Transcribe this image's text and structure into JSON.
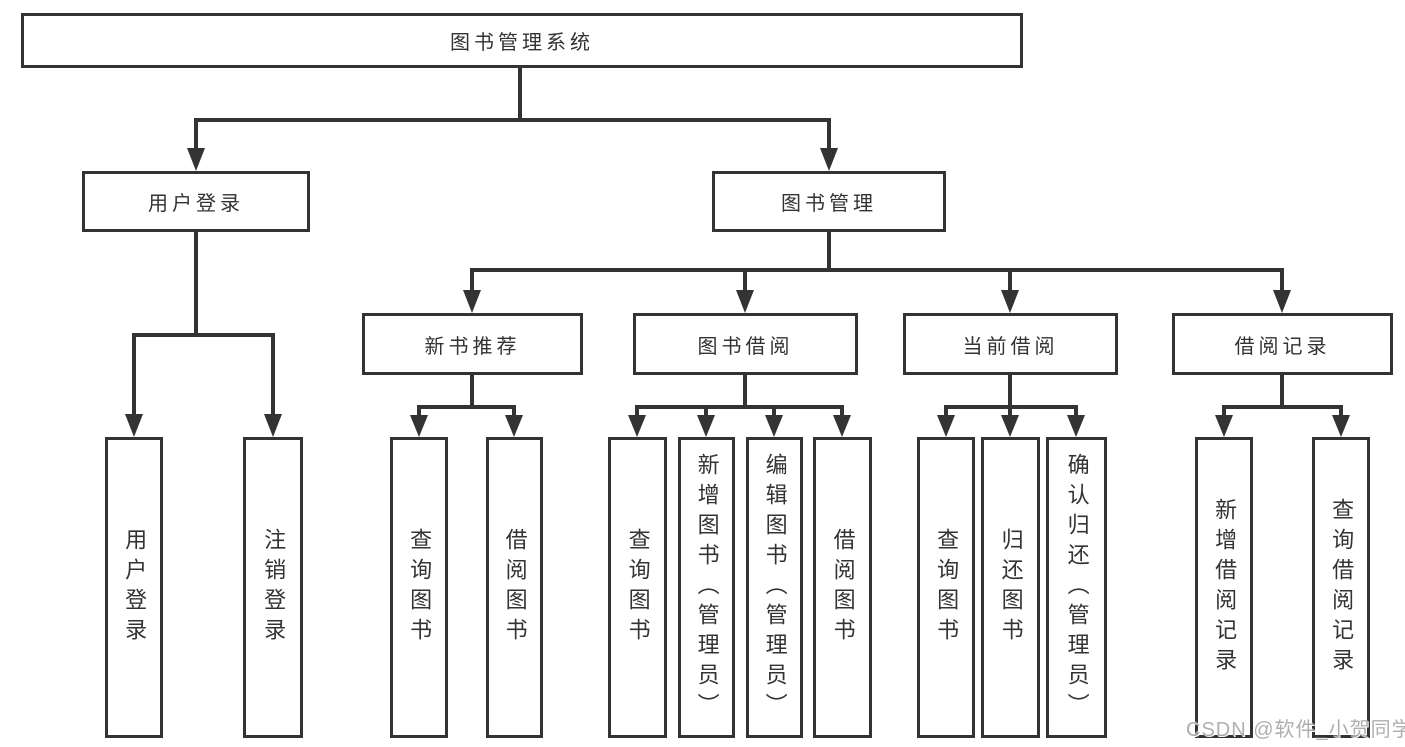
{
  "colors": {
    "line": "#333333",
    "background": "#ffffff",
    "watermark_text": "#a8a8a8"
  },
  "tree": {
    "root": {
      "label": "图书管理系统"
    },
    "branches": [
      {
        "label": "用户登录",
        "children": [
          {
            "label": "用户登录"
          },
          {
            "label": "注销登录"
          }
        ]
      },
      {
        "label": "图书管理",
        "children": [
          {
            "label": "新书推荐",
            "children": [
              {
                "label": "查询图书"
              },
              {
                "label": "借阅图书"
              }
            ]
          },
          {
            "label": "图书借阅",
            "children": [
              {
                "label": "查询图书"
              },
              {
                "label": "新增图书（管理员）"
              },
              {
                "label": "编辑图书（管理员）"
              },
              {
                "label": "借阅图书"
              }
            ]
          },
          {
            "label": "当前借阅",
            "children": [
              {
                "label": "查询图书"
              },
              {
                "label": "归还图书"
              },
              {
                "label": "确认归还（管理员）"
              }
            ]
          },
          {
            "label": "借阅记录",
            "children": [
              {
                "label": "新增借阅记录"
              },
              {
                "label": "查询借阅记录"
              }
            ]
          }
        ]
      }
    ]
  },
  "watermark": {
    "text": "CSDN @软件_小贺同学"
  }
}
